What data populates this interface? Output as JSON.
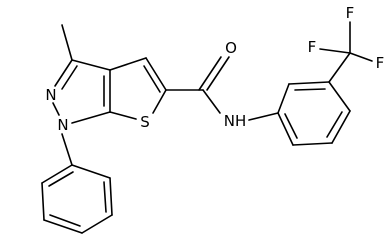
{
  "molecule": {
    "atom_labels": {
      "nitrogen_ring_1": "N",
      "nitrogen_ring_2": "N",
      "sulfur": "S",
      "oxygen": "O",
      "amide_nh": "NH",
      "fluorine_1": "F",
      "fluorine_2": "F",
      "fluorine_3": "F"
    }
  }
}
